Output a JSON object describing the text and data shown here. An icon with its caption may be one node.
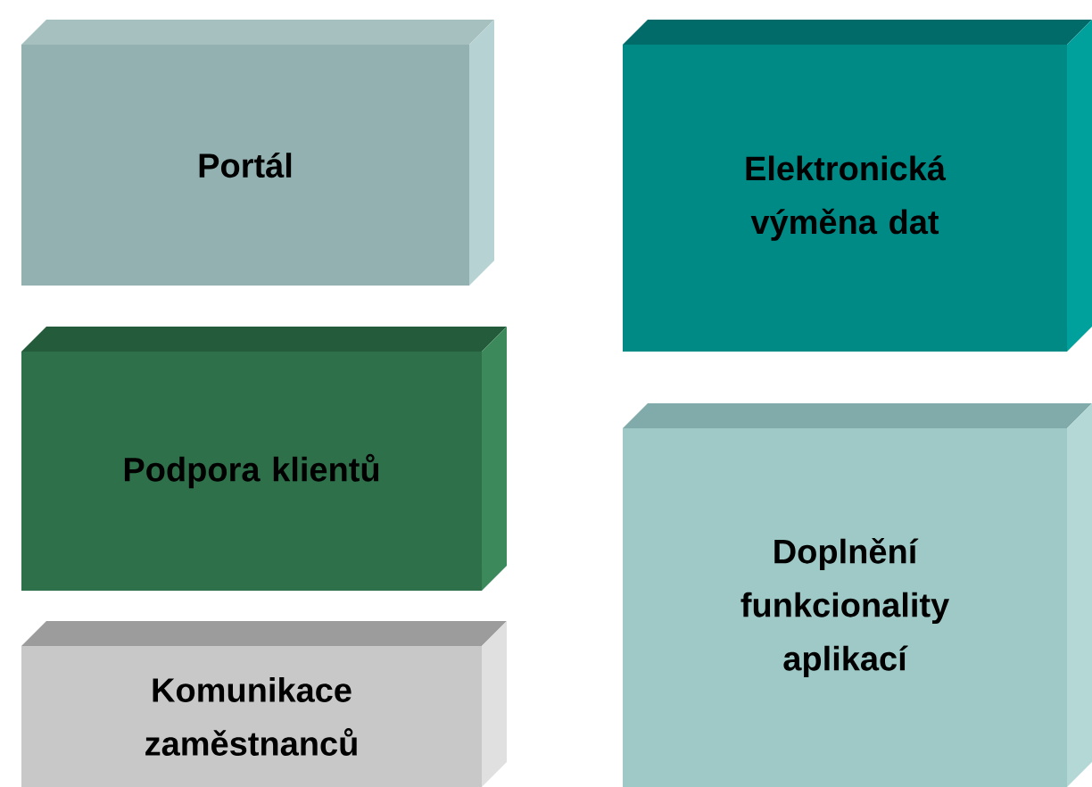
{
  "diagram": {
    "nodes": [
      {
        "text": [
          "Portál"
        ]
      },
      {
        "text": [
          "Elektronická výměna dat"
        ]
      },
      {
        "text": [
          "Podpora klientů"
        ]
      },
      {
        "text": [
          "Doplnění funkcionality aplikací"
        ]
      },
      {
        "text": [
          "Komunikace zaměstnanců"
        ]
      }
    ]
  }
}
